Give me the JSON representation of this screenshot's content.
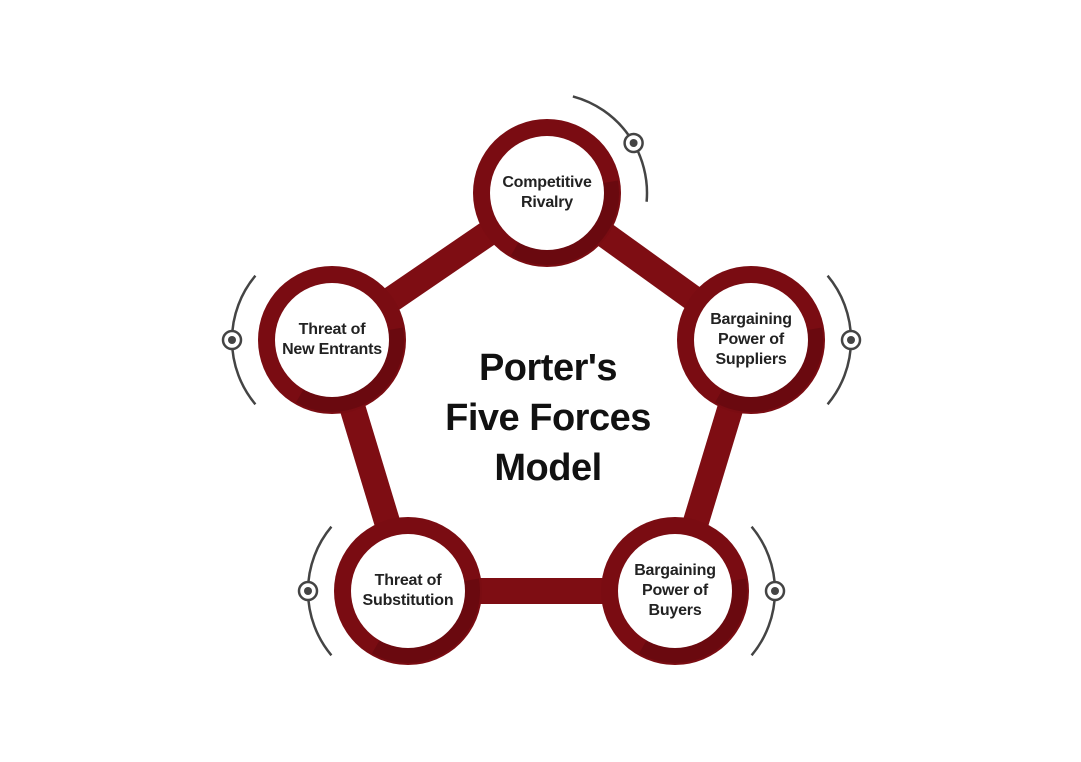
{
  "title": {
    "lines": [
      "Porter's",
      "Five Forces",
      "Model"
    ]
  },
  "colors": {
    "ring": "#7a0c12",
    "ring_shadow": "#5c070c",
    "connector": "#7e0d13",
    "arc": "#444444",
    "text": "#222222"
  },
  "forces": [
    {
      "id": "competitive-rivalry",
      "lines": [
        "Competitive",
        "Rivalry"
      ]
    },
    {
      "id": "bargaining-power-of-suppliers",
      "lines": [
        "Bargaining",
        "Power of",
        "Suppliers"
      ]
    },
    {
      "id": "bargaining-power-of-buyers",
      "lines": [
        "Bargaining",
        "Power of",
        "Buyers"
      ]
    },
    {
      "id": "threat-of-substitution",
      "lines": [
        "Threat of",
        "Substitution"
      ]
    },
    {
      "id": "threat-of-new-entrants",
      "lines": [
        "Threat of",
        "New Entrants"
      ]
    }
  ]
}
